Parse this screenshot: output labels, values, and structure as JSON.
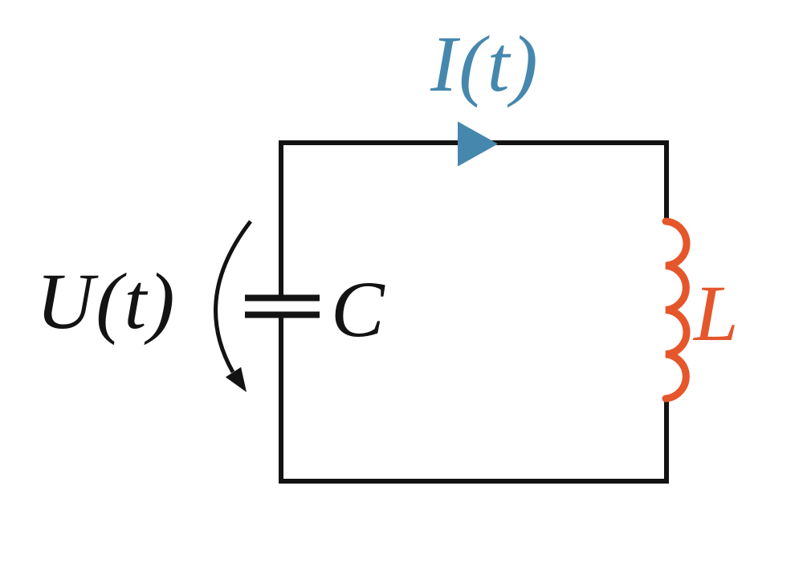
{
  "diagram": {
    "labels": {
      "current": "I(t)",
      "voltage": "U(t)",
      "capacitor": "C",
      "inductor": "L"
    },
    "colors": {
      "current_blue": "#4687ae",
      "inductor_orange": "#e5562b",
      "wire_black": "#131313",
      "background": "#ffffff"
    }
  }
}
